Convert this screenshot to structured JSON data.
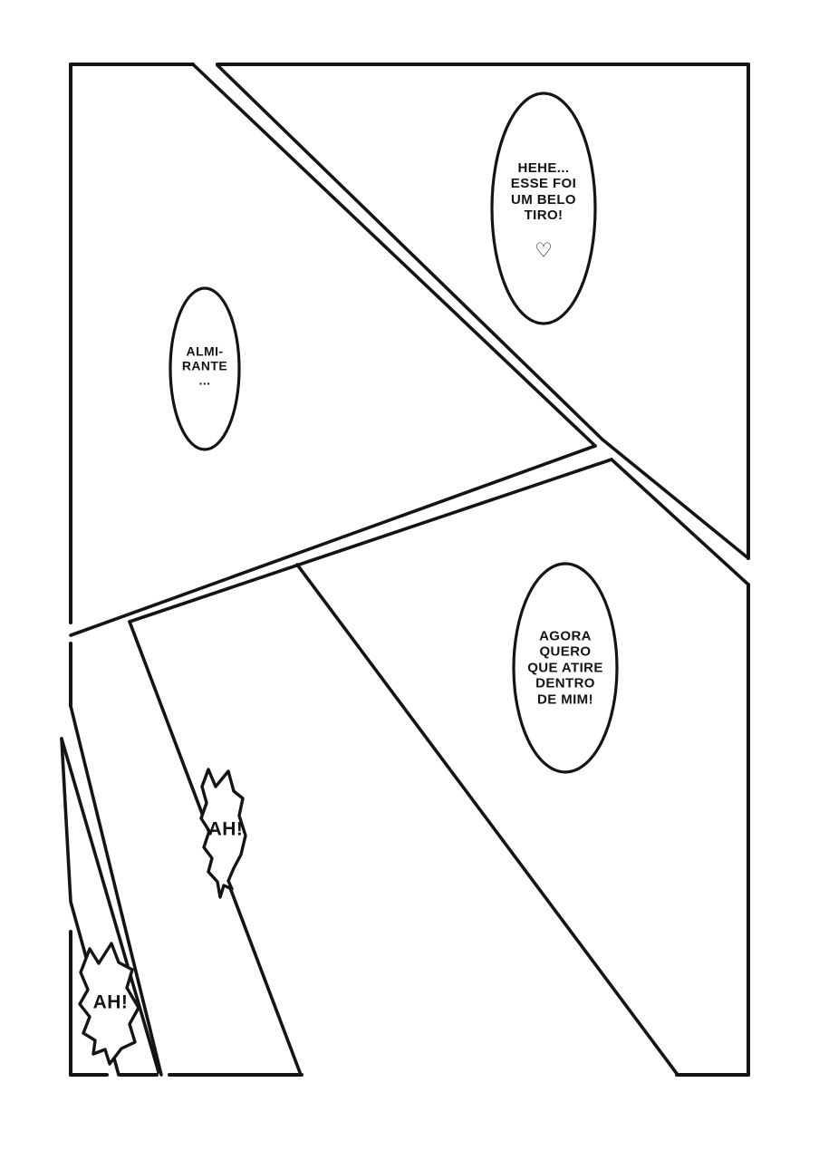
{
  "page": {
    "background": "#ffffff",
    "ink_color": "#141414",
    "type_label": "manga page"
  },
  "bubbles": {
    "hehe": {
      "text": "HEHE...\nESSE FOI\nUM BELO\nTIRO!",
      "heart": "♡"
    },
    "almirante": {
      "text": "ALMI-\nRANTE\n..."
    },
    "agora": {
      "text": "AGORA\nQUERO\nQUE ATIRE\nDENTRO\nDE MIM!"
    },
    "ah_upper": {
      "text": "AH!"
    },
    "ah_lower": {
      "text": "AH!"
    }
  }
}
